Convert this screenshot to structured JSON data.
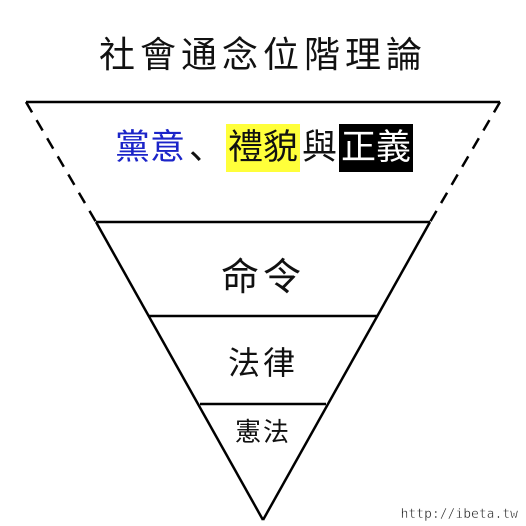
{
  "title": "社會通念位階理論",
  "tiers": {
    "top": {
      "word1": "黨意",
      "separator": "、",
      "word2": "禮貌",
      "connector": "與",
      "word3": "正義"
    },
    "second": "命令",
    "third": "法律",
    "bottom": "憲法"
  },
  "watermark": "http://ibeta.tw",
  "colors": {
    "blue_text": "#1b24c8",
    "yellow_highlight": "#ffff3a",
    "black_block": "#000000"
  }
}
